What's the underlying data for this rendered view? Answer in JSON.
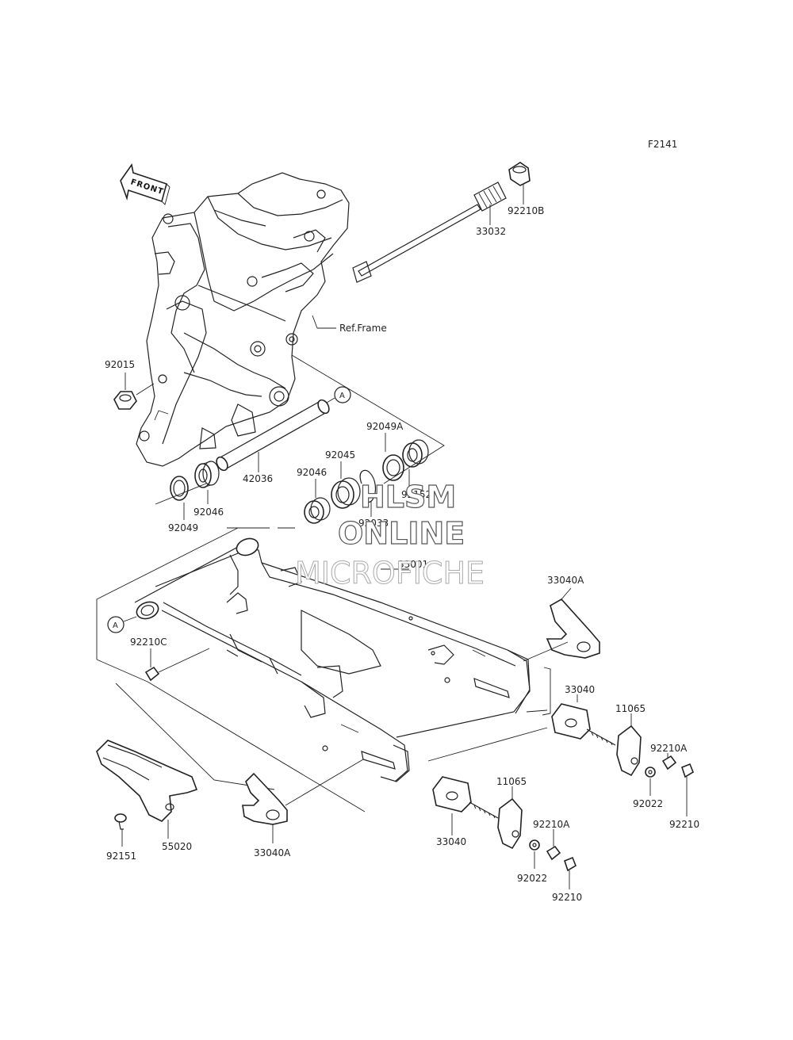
{
  "diagram_code": "F2141",
  "front_label": "FRONT",
  "ref_frame_label": "Ref.Frame",
  "ref_circle_label": "A",
  "watermark": {
    "line1": "HLSM",
    "line2": "ONLINE",
    "line3": "MICROFICHE"
  },
  "part_labels": {
    "p33032": "33032",
    "p92210B": "92210B",
    "p92015": "92015",
    "p42036": "42036",
    "p92049A": "92049A",
    "p92045": "92045",
    "p92046a": "92046",
    "p92046b": "92046",
    "p92152": "92152",
    "p92033": "92033",
    "p92049": "92049",
    "p33001": "33001",
    "p33040A_top": "33040A",
    "p92210C": "92210C",
    "p33040_right": "33040",
    "p11065_right": "11065",
    "p92210A_right": "92210A",
    "p92022_right": "92022",
    "p92210_right": "92210",
    "p11065_mid": "11065",
    "p92210A_mid": "92210A",
    "p33040_mid": "33040",
    "p92022_mid": "92022",
    "p92210_mid": "92210",
    "p92151": "92151",
    "p55020": "55020",
    "p33040A_bot": "33040A"
  }
}
